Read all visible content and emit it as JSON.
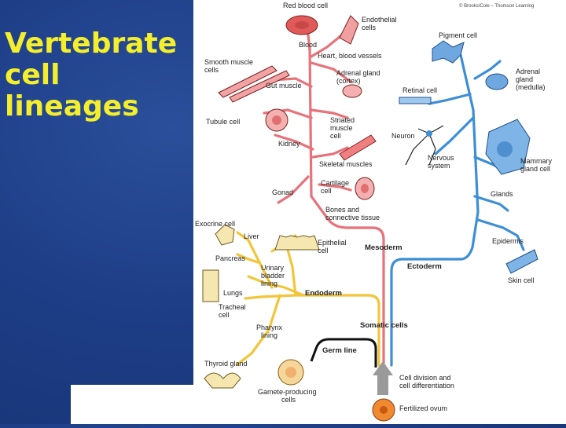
{
  "slide": {
    "title_lines": [
      "Vertebrate",
      "cell",
      "lineages"
    ]
  },
  "figure": {
    "credit": "© Brooks/Cole – Thomson Learning",
    "germ_layers": {
      "mesoderm": "Mesoderm",
      "ectoderm": "Ectoderm",
      "endoderm": "Endoderm",
      "somatic": "Somatic cells",
      "germ_line": "Germ line"
    },
    "mesoderm_labels": {
      "red_blood_cell": "Red blood cell",
      "endothelial": [
        "Endothelial",
        "cells"
      ],
      "blood": "Blood",
      "heart_vessels": "Heart, blood vessels",
      "smooth_muscle": [
        "Smooth muscle",
        "cells"
      ],
      "gut_muscle": "Gut muscle",
      "adrenal_cortex": [
        "Adrenal gland",
        "(cortex)"
      ],
      "tubule_cell": "Tubule cell",
      "striated": [
        "Striated",
        "muscle",
        "cell"
      ],
      "kidney": "Kidney",
      "skeletal": "Skeletal muscles",
      "cartilage": [
        "Cartilage",
        "cell"
      ],
      "gonad": "Gonad",
      "bones": [
        "Bones and",
        "connective tissue"
      ]
    },
    "ectoderm_labels": {
      "pigment": "Pigment cell",
      "adrenal_medulla": [
        "Adrenal",
        "gland",
        "(medulla)"
      ],
      "retinal": "Retinal cell",
      "neuron": "Neuron",
      "nervous": [
        "Nervous",
        "system"
      ],
      "mammary": [
        "Mammary",
        "gland cell"
      ],
      "glands": "Glands",
      "epidermis": "Epidermis",
      "skin": "Skin cell"
    },
    "endoderm_labels": {
      "exocrine": "Exocrine cell",
      "liver": "Liver",
      "pancreas": "Pancreas",
      "epithelial": [
        "Epithelial",
        "cell"
      ],
      "urinary": [
        "Urinary",
        "bladder",
        "lining"
      ],
      "lungs": "Lungs",
      "tracheal": [
        "Tracheal",
        "cell"
      ],
      "pharynx": [
        "Pharynx",
        "lining"
      ],
      "thyroid": "Thyroid gland"
    },
    "origin_labels": {
      "division": [
        "Cell division and",
        "cell differentiation"
      ],
      "gamete": [
        "Gamete-producing",
        "cells"
      ],
      "ovum": "Fertilized ovum"
    },
    "colors": {
      "mesoderm": "#e8727a",
      "ectoderm": "#3c8fd6",
      "endoderm": "#f2c53a",
      "germ": "#111111",
      "title": "#f4ef2a"
    }
  }
}
